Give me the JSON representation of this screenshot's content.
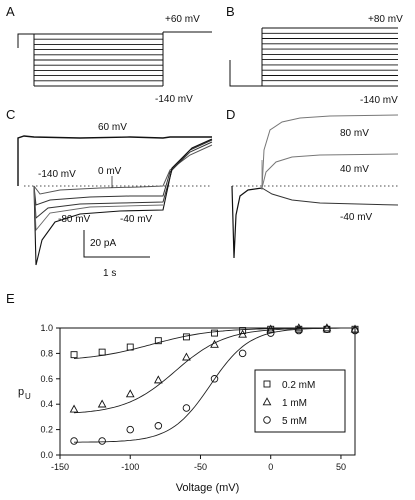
{
  "panels": {
    "A": {
      "label": "A",
      "top_voltage": "+60 mV",
      "bottom_voltage": "-140 mV",
      "step_count": 11
    },
    "B": {
      "label": "B",
      "top_voltage": "+80 mV",
      "bottom_voltage": "-140 mV",
      "step_count": 12
    },
    "C": {
      "label": "C",
      "trace_labels": [
        "60 mV",
        "-140 mV",
        "0 mV",
        "-80 mV",
        "-40 mV"
      ],
      "scale_current": "20 pA",
      "scale_time": "1 s"
    },
    "D": {
      "label": "D",
      "trace_labels": [
        "80 mV",
        "40 mV",
        "-40 mV"
      ]
    }
  },
  "colors": {
    "trace": "#111111",
    "grey_trace": "#777777",
    "fit_line": "#222222"
  },
  "chart_data": {
    "label": "E",
    "type": "scatter",
    "xlabel": "Voltage (mV)",
    "ylabel": "p",
    "ylabel_sub": "U",
    "xlim": [
      -150,
      60
    ],
    "ylim": [
      0.0,
      1.0
    ],
    "x_ticks": [
      -150,
      -100,
      -50,
      0,
      50
    ],
    "y_ticks": [
      0.0,
      0.2,
      0.4,
      0.6,
      0.8,
      1.0
    ],
    "y_tick_labels": [
      "0.0",
      "0.2",
      "0.4",
      "0.6",
      "0.8",
      "1.0"
    ],
    "legend_position": "lower-right",
    "series": [
      {
        "name": "0.2 mM",
        "marker": "square",
        "x": [
          -140,
          -120,
          -100,
          -80,
          -60,
          -40,
          -20,
          0,
          20,
          40,
          60
        ],
        "y": [
          0.79,
          0.81,
          0.85,
          0.9,
          0.93,
          0.96,
          0.98,
          0.99,
          0.99,
          0.99,
          0.99
        ],
        "fit": {
          "pmin": 0.74,
          "v_half": -85,
          "k": 22
        }
      },
      {
        "name": "1 mM",
        "marker": "triangle",
        "x": [
          -140,
          -120,
          -100,
          -80,
          -60,
          -40,
          -20,
          0,
          20,
          40,
          60
        ],
        "y": [
          0.36,
          0.4,
          0.48,
          0.59,
          0.77,
          0.87,
          0.95,
          0.99,
          1.0,
          1.0,
          0.99
        ],
        "fit": {
          "pmin": 0.32,
          "v_half": -68,
          "k": 18
        }
      },
      {
        "name": "5 mM",
        "marker": "circle",
        "x": [
          -140,
          -120,
          -100,
          -80,
          -60,
          -40,
          -20,
          0,
          20,
          40,
          60
        ],
        "y": [
          0.11,
          0.11,
          0.2,
          0.23,
          0.37,
          0.6,
          0.8,
          0.96,
          0.98,
          0.99,
          0.98
        ],
        "fit": {
          "pmin": 0.1,
          "v_half": -43,
          "k": 14
        }
      }
    ]
  }
}
